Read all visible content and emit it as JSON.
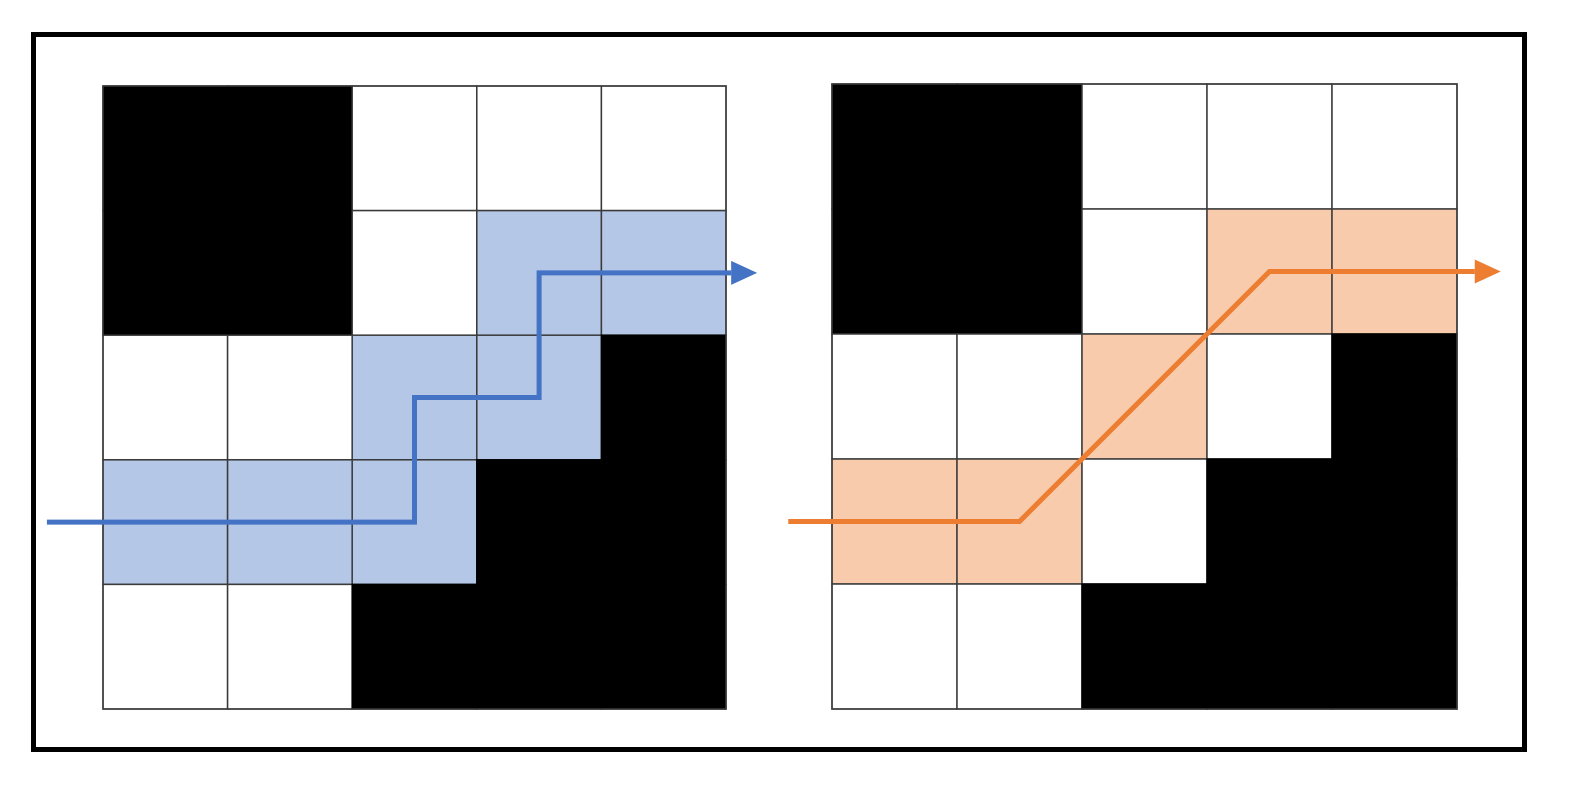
{
  "colors": {
    "obstacle": "#000000",
    "free": "#ffffff",
    "grid_line": "#3a3a3a",
    "frame": "#000000"
  },
  "panels": [
    {
      "id": "left",
      "cells": [
        [
          1,
          1,
          0,
          0,
          0
        ],
        [
          1,
          1,
          0,
          2,
          2
        ],
        [
          0,
          0,
          2,
          2,
          1
        ],
        [
          2,
          2,
          2,
          1,
          1
        ],
        [
          0,
          0,
          1,
          1,
          1
        ]
      ],
      "highlight_color": "#b4c7e7",
      "path_color": "#4472c4",
      "path_style": "4-connected",
      "path": [
        [
          -0.45,
          3.5
        ],
        [
          2.5,
          3.5
        ],
        [
          2.5,
          2.5
        ],
        [
          3.5,
          2.5
        ],
        [
          3.5,
          1.5
        ],
        [
          5.25,
          1.5
        ]
      ]
    },
    {
      "id": "right",
      "cells": [
        [
          1,
          1,
          0,
          0,
          0
        ],
        [
          1,
          1,
          0,
          2,
          2
        ],
        [
          0,
          0,
          2,
          0,
          1
        ],
        [
          2,
          2,
          0,
          1,
          1
        ],
        [
          0,
          0,
          1,
          1,
          1
        ]
      ],
      "highlight_color": "#f8cbad",
      "path_color": "#ed7d31",
      "path_style": "8-connected",
      "path": [
        [
          -0.35,
          3.5
        ],
        [
          1.5,
          3.5
        ],
        [
          3.5,
          1.5
        ],
        [
          5.35,
          1.5
        ]
      ]
    }
  ]
}
